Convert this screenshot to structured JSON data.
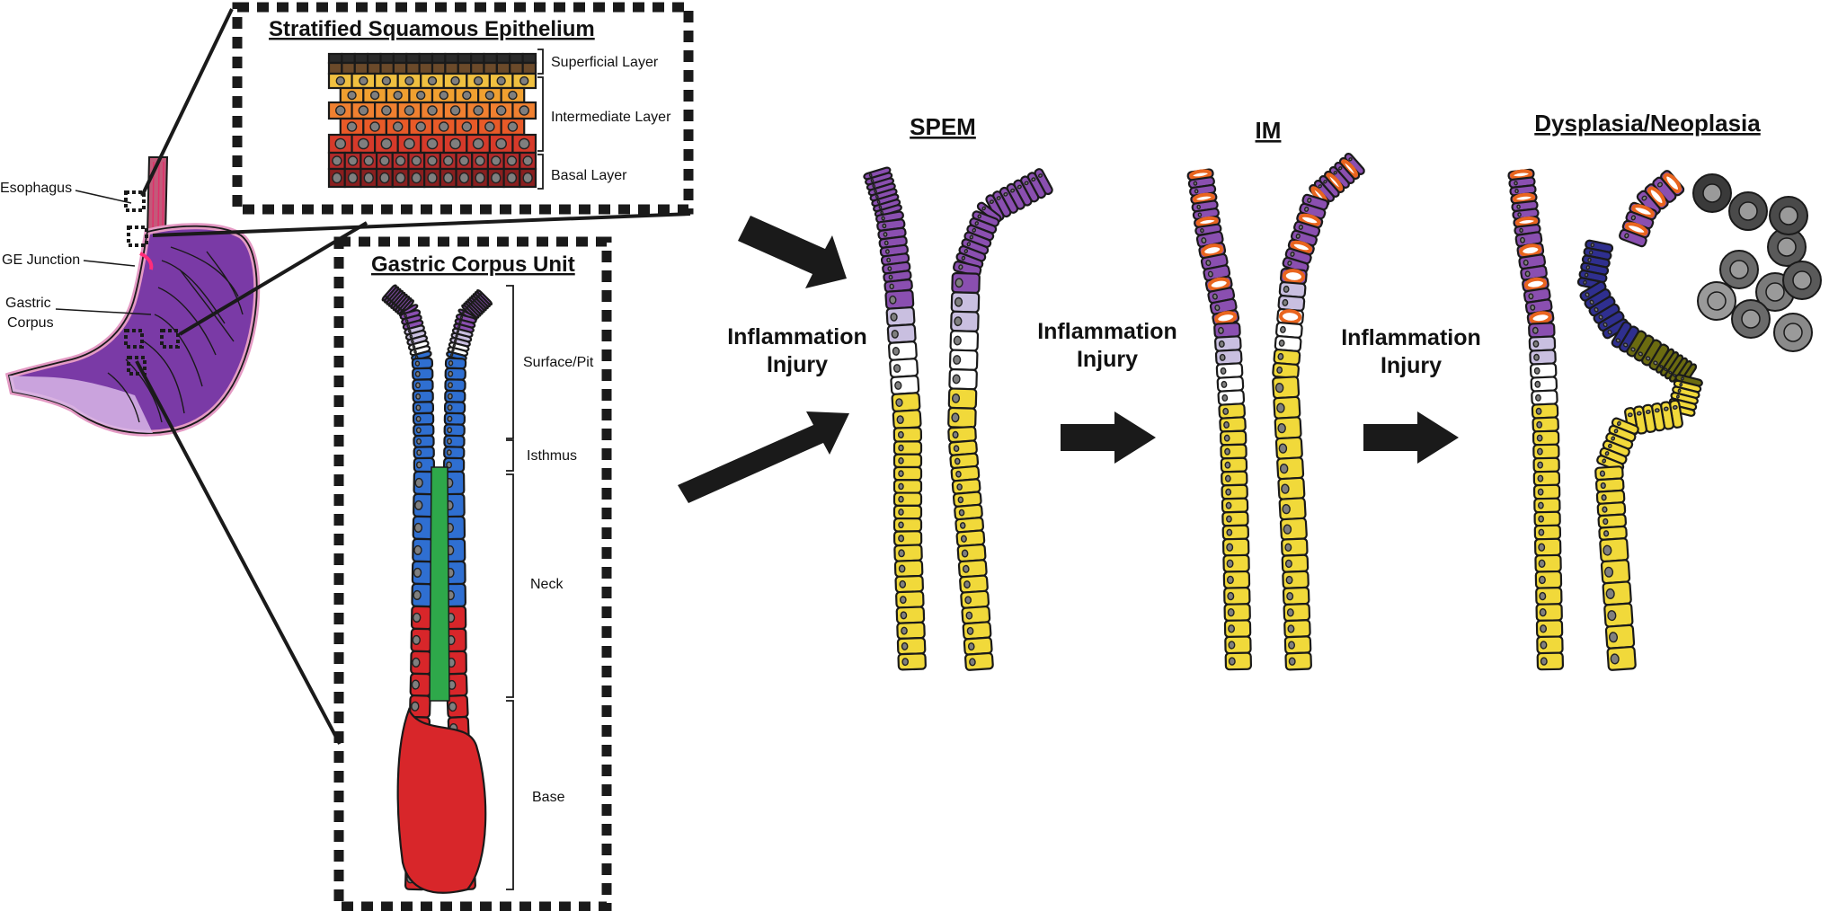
{
  "colors": {
    "purple": "#8a4fb0",
    "lavender": "#c9bfe0",
    "white": "#ffffff",
    "blue": "#2f6fd1",
    "green": "#2ea84a",
    "red": "#d8262a",
    "yellow": "#f1d93a",
    "orange": "#e9651f",
    "darkblue": "#2f2f8f",
    "olive": "#6b6b10",
    "gray": "#8c8c8c",
    "stomach": "#7a3aa6",
    "stomach_edge": "#e49ac4"
  },
  "stomach_labels": {
    "esophagus": "Esophagus",
    "ge_junction": "GE Junction",
    "gastric_corpus_line1": "Gastric",
    "gastric_corpus_line2": "Corpus"
  },
  "squamous_panel": {
    "title": "Stratified Squamous Epithelium",
    "layers": [
      "Superficial Layer",
      "Intermediate Layer",
      "Basal Layer"
    ]
  },
  "corpus_panel": {
    "title": "Gastric Corpus Unit",
    "zones": [
      "Surface/Pit",
      "Isthmus",
      "Neck",
      "Base"
    ]
  },
  "stages": {
    "spem": "SPEM",
    "im": "IM",
    "dysplasia": "Dysplasia/Neoplasia"
  },
  "step_text": {
    "line1": "Inflammation",
    "line2": "Injury"
  }
}
